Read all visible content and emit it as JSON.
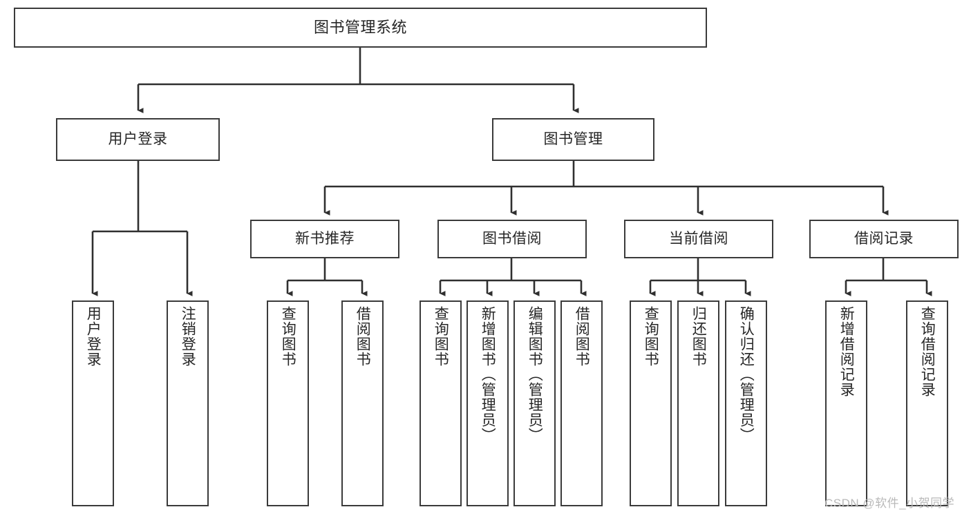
{
  "diagram": {
    "title": "图书管理系统",
    "type": "tree-hierarchy",
    "root": {
      "label": "图书管理系统"
    },
    "level1": [
      {
        "label": "用户登录"
      },
      {
        "label": "图书管理"
      }
    ],
    "level2": [
      {
        "label": "新书推荐"
      },
      {
        "label": "图书借阅"
      },
      {
        "label": "当前借阅"
      },
      {
        "label": "借阅记录"
      }
    ],
    "leaves": {
      "user_login": [
        {
          "label": "用户登录"
        },
        {
          "label": "注销登录"
        }
      ],
      "new_book_recommend": [
        {
          "label": "查询图书"
        },
        {
          "label": "借阅图书"
        }
      ],
      "book_borrow": [
        {
          "label": "查询图书"
        },
        {
          "label": "新增图书（管理员）"
        },
        {
          "label": "编辑图书（管理员）"
        },
        {
          "label": "借阅图书"
        }
      ],
      "current_borrow": [
        {
          "label": "查询图书"
        },
        {
          "label": "归还图书"
        },
        {
          "label": "确认归还（管理员）"
        }
      ],
      "borrow_record": [
        {
          "label": "新增借阅记录"
        },
        {
          "label": "查询借阅记录"
        }
      ]
    },
    "watermark": "CSDN @软件_小贺同学",
    "colors": {
      "stroke": "#3a3a3a",
      "fill": "#ffffff",
      "text": "#262626",
      "watermark": "#b9b9b9"
    }
  }
}
